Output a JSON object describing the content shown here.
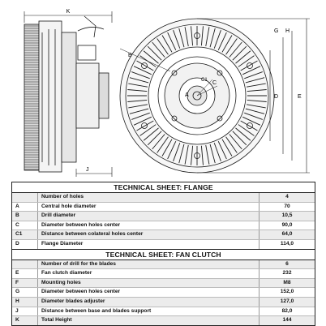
{
  "drawing": {
    "dimension_labels": [
      "K",
      "A",
      "B",
      "C",
      "C1",
      "D",
      "E",
      "G",
      "H",
      "J"
    ]
  },
  "sections": [
    {
      "title": "TECHNICAL SHEET: FLANGE",
      "rows": [
        {
          "letter": "",
          "description": "Number of holes",
          "value": "4"
        },
        {
          "letter": "A",
          "description": "Central hole diameter",
          "value": "70"
        },
        {
          "letter": "B",
          "description": "Drill diameter",
          "value": "10,5"
        },
        {
          "letter": "C",
          "description": "Diameter between holes center",
          "value": "90,0"
        },
        {
          "letter": "C1",
          "description": "Distance between colateral holes center",
          "value": "64,0"
        },
        {
          "letter": "D",
          "description": "Flange Diameter",
          "value": "114,0"
        }
      ]
    },
    {
      "title": "TECHNICAL SHEET: FAN CLUTCH",
      "rows": [
        {
          "letter": "",
          "description": "Number of drill for the blades",
          "value": "6"
        },
        {
          "letter": "E",
          "description": "Fan clutch diameter",
          "value": "232"
        },
        {
          "letter": "F",
          "description": "Mounting holes",
          "value": "M8"
        },
        {
          "letter": "G",
          "description": "Diameter between holes center",
          "value": "152,0"
        },
        {
          "letter": "H",
          "description": "Diameter blades adjuster",
          "value": "127,0"
        },
        {
          "letter": "J",
          "description": "Distance between base and blades support",
          "value": "82,0"
        },
        {
          "letter": "K",
          "description": "Total Height",
          "value": "144"
        }
      ]
    }
  ]
}
